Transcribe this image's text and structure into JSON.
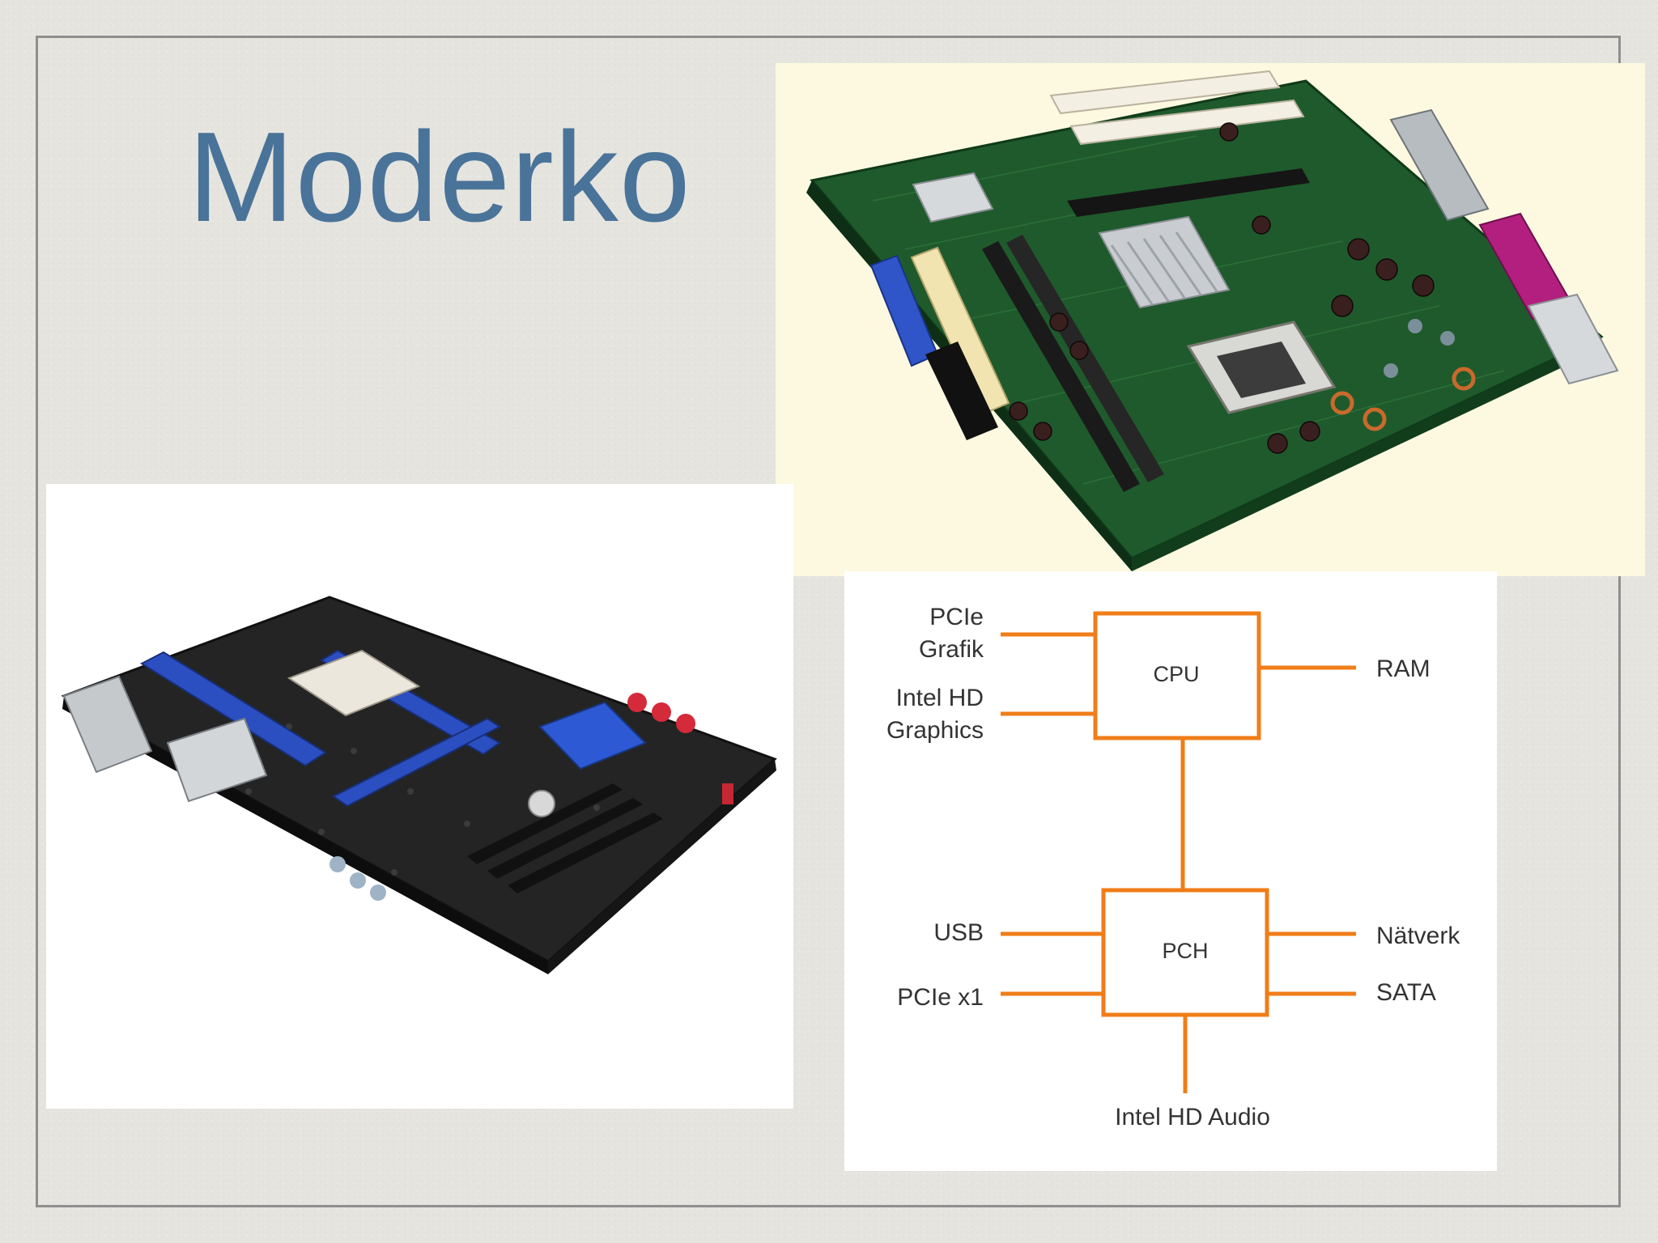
{
  "slide": {
    "title": "Moderko",
    "accent_color": "#4a7399",
    "frame_color": "#8f8f8f"
  },
  "photos": {
    "top_right": {
      "icon": "motherboard-green-photo",
      "background": "#fdf9e1"
    },
    "bottom_left": {
      "icon": "motherboard-black-blue-photo",
      "background": "#ffffff"
    }
  },
  "diagram": {
    "line_color": "#f07d18",
    "cpu_label": "CPU",
    "pch_label": "PCH",
    "cpu_left": [
      {
        "line1": "PCIe",
        "line2": "Grafik"
      },
      {
        "line1": "Intel HD",
        "line2": "Graphics"
      }
    ],
    "cpu_right": [
      "RAM"
    ],
    "pch_left": [
      "USB",
      "PCIe x1"
    ],
    "pch_right": [
      "Nätverk",
      "SATA"
    ],
    "pch_bottom": "Intel HD Audio"
  }
}
